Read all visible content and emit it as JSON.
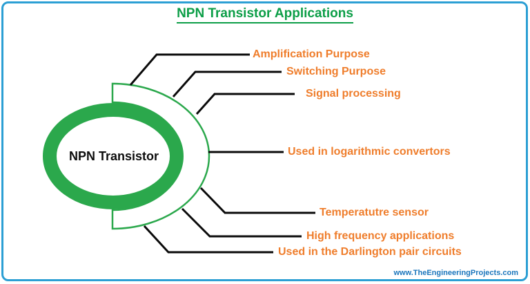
{
  "title": "NPN Transistor Applications",
  "center_node": {
    "label": "NPN Transistor"
  },
  "applications": [
    {
      "label": "Amplification Purpose"
    },
    {
      "label": "Switching Purpose"
    },
    {
      "label": "Signal processing"
    },
    {
      "label": "Used in logarithmic convertors"
    },
    {
      "label": "Temperatutre sensor"
    },
    {
      "label": "High frequency applications"
    },
    {
      "label": "Used in the Darlington pair circuits"
    }
  ],
  "watermark": "www.TheEngineeringProjects.com",
  "colors": {
    "shape_green": "#2BA84C",
    "title_green": "#0C9E47",
    "label_orange": "#EF7D2B",
    "frame_blue": "#2C9FD4",
    "watermark_blue": "#1B76BC",
    "connector_black": "#0a0a0a"
  }
}
